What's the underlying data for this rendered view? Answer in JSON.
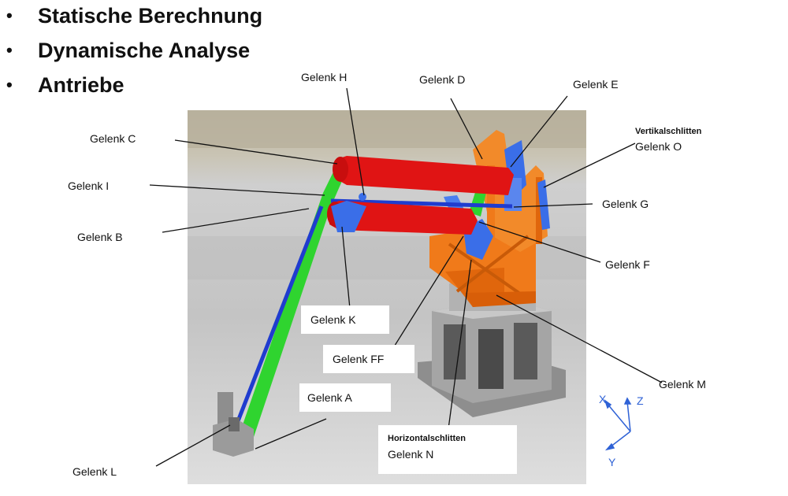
{
  "bullets": [
    {
      "bullet": "•",
      "text": "Statische Berechnung"
    },
    {
      "bullet": "•",
      "text": "Dynamische Analyse"
    },
    {
      "bullet": "•",
      "text": "Antriebe"
    }
  ],
  "labels": {
    "gelenk_h": "Gelenk H",
    "gelenk_d": "Gelenk D",
    "gelenk_e": "Gelenk E",
    "gelenk_c": "Gelenk C",
    "gelenk_i": "Gelenk I",
    "gelenk_b": "Gelenk B",
    "gelenk_g": "Gelenk G",
    "gelenk_f": "Gelenk F",
    "gelenk_k": "Gelenk K",
    "gelenk_ff": "Gelenk FF",
    "gelenk_a": "Gelenk A",
    "gelenk_m": "Gelenk M",
    "gelenk_l": "Gelenk L",
    "gelenk_o_title": "Vertikalschlitten",
    "gelenk_o": "Gelenk O",
    "gelenk_n_title": "Horizontalschlitten",
    "gelenk_n": "Gelenk N"
  },
  "axes": {
    "x": "X",
    "y": "Y",
    "z": "Z"
  },
  "colors": {
    "arm_red": "#e01414",
    "boom_green": "#2fd42f",
    "rod_blue": "#1f3ccf",
    "joint_blue": "#3a6ee8",
    "frame_orange": "#f07a1a",
    "base_gray": "#9a9a9a",
    "axis_blue": "#2f62d6"
  }
}
